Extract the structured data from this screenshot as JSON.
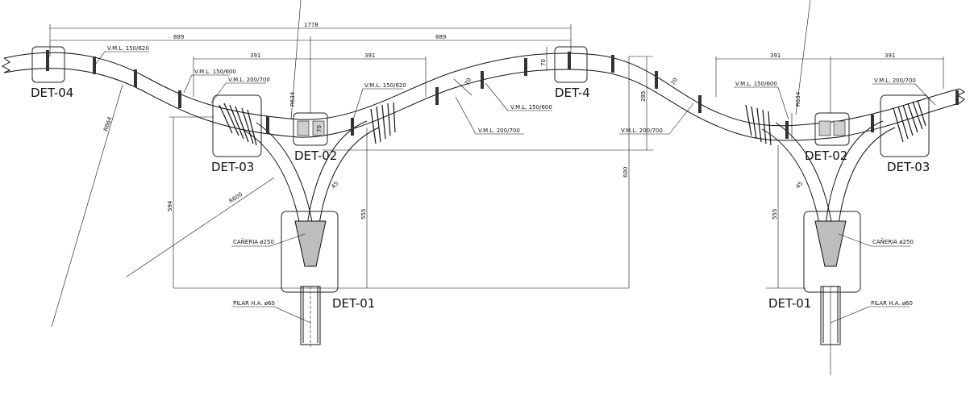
{
  "details": {
    "det_04": "DET-04",
    "det_4": "DET-4",
    "det_03_left": "DET-03",
    "det_02_left": "DET-02",
    "det_01_left": "DET-01",
    "det_02_right": "DET-02",
    "det_03_right": "DET-03",
    "det_01_right": "DET-01"
  },
  "dimensions": {
    "total": "1778",
    "half_left": "889",
    "half_right": "889",
    "span_391_a": "391",
    "span_391_b": "391",
    "span_391_c": "391",
    "span_391_d": "391",
    "height_600": "600",
    "height_594": "594",
    "height_555_left": "555",
    "height_555_right": "555",
    "rise_70_a": "70",
    "rise_70_b": "70",
    "rise_70_c": "70",
    "rise_70_d": "70",
    "rise_285": "285",
    "radius_r634_left": "R634",
    "radius_r634_right": "R634",
    "radius_r864": "R864",
    "radius_r600": "R600",
    "arm_45_left": "45",
    "arm_45_right": "45"
  },
  "labels": {
    "vml_150_620_a": "V.M.L. 150/620",
    "vml_150_600_a": "V.M.L. 150/600",
    "vml_200_700_a": "V.M.L. 200/700",
    "vml_150_620_b": "V.M.L. 150/620",
    "vml_150_600_b": "V.M.L. 150/600",
    "vml_200_700_b": "V.M.L. 200/700",
    "vml_200_700_c": "V.M.L. 200/700",
    "vml_150_600_c": "V.M.L. 150/600",
    "vml_200_700_d": "V.M.L. 200/700",
    "canera_left": "CAÑERIA ø250",
    "canera_right": "CAÑERIA ø250",
    "pilar_left": "PILAR H.A. ø60",
    "pilar_right": "PILAR H.A. ø60"
  }
}
